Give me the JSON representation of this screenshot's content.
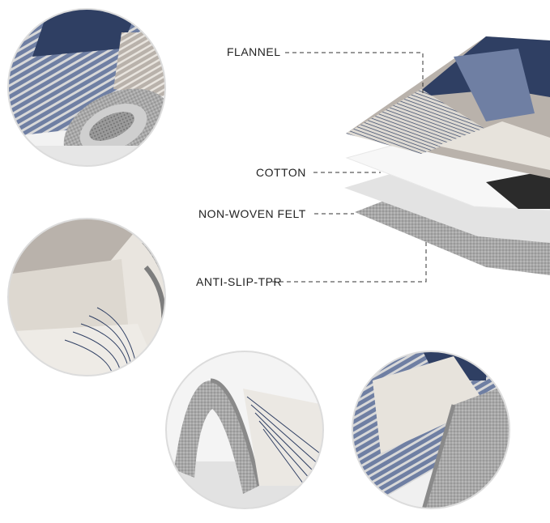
{
  "layers": [
    {
      "label": "FLANNEL"
    },
    {
      "label": "COTTON"
    },
    {
      "label": "NON-WOVEN FELT"
    },
    {
      "label": "ANTI-SLIP-TPR"
    }
  ],
  "colors": {
    "navy": "#2f3f63",
    "slate_blue": "#6f7fa3",
    "taupe": "#b9b2ab",
    "cream": "#e7e3dc",
    "gray_backing": "#a9a9a9",
    "leader_line": "#333333"
  },
  "images": [
    {
      "name": "rolled-rug-edge-closeup"
    },
    {
      "name": "rug-stripes-closeup"
    },
    {
      "name": "rug-folded-backing-closeup"
    },
    {
      "name": "rug-corner-backing-closeup"
    },
    {
      "name": "layered-rug-cross-section"
    }
  ]
}
